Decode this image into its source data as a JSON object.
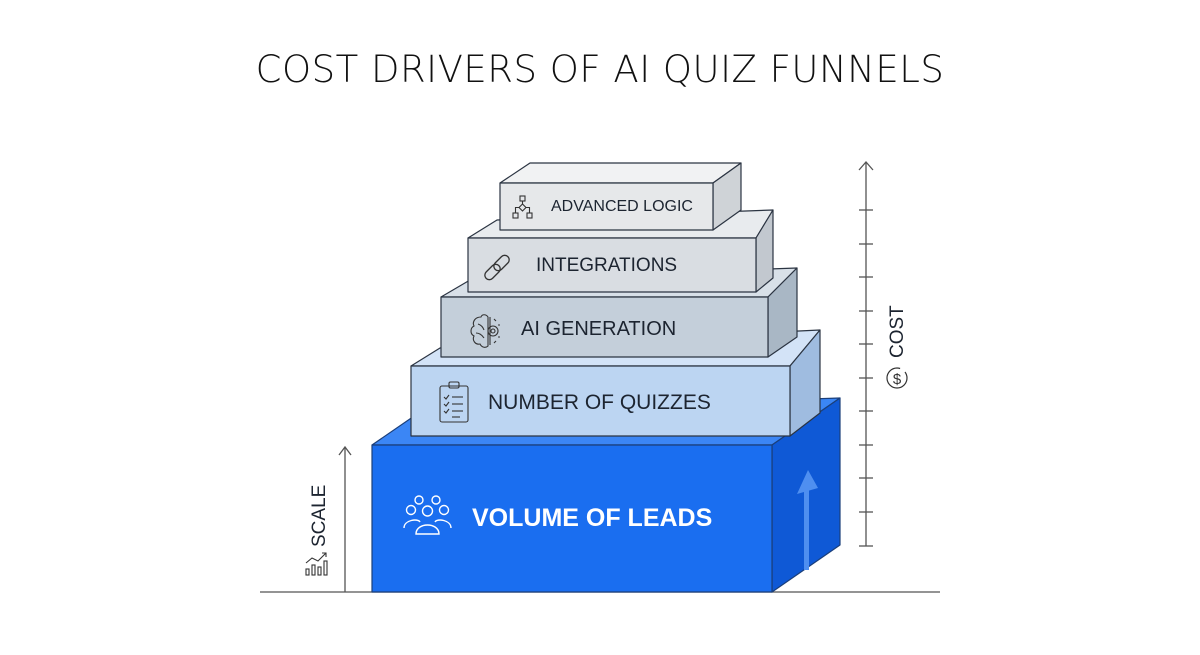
{
  "title": "COST DRIVERS OF AI QUIZ FUNNELS",
  "tiers": [
    {
      "label": "ADVANCED LOGIC",
      "icon": "flowchart-icon",
      "front": "#e6e8ea",
      "top": "#f1f2f3",
      "side": "#cfd3d7"
    },
    {
      "label": "INTEGRATIONS",
      "icon": "link-icon",
      "front": "#d9dde2",
      "top": "#e8ebee",
      "side": "#c2c8cf"
    },
    {
      "label": "AI GENERATION",
      "icon": "brain-gear-icon",
      "front": "#c4cfda",
      "top": "#d8e0e8",
      "side": "#a9b7c5"
    },
    {
      "label": "NUMBER OF QUIZZES",
      "icon": "clipboard-checklist-icon",
      "front": "#bcd5f2",
      "top": "#d3e3f7",
      "side": "#9fbce0"
    },
    {
      "label": "VOLUME OF LEADS",
      "icon": "users-group-icon",
      "front": "#1a6ef0",
      "top": "#3b86f5",
      "side": "#0f59d6"
    }
  ],
  "axes": {
    "cost_label": "COST",
    "cost_icon": "dollar-circle-icon",
    "scale_label": "SCALE",
    "scale_icon": "growth-chart-icon"
  },
  "colors": {
    "outline": "#2b3442",
    "axis": "#555555",
    "accent_blue": "#1a6ef0"
  }
}
